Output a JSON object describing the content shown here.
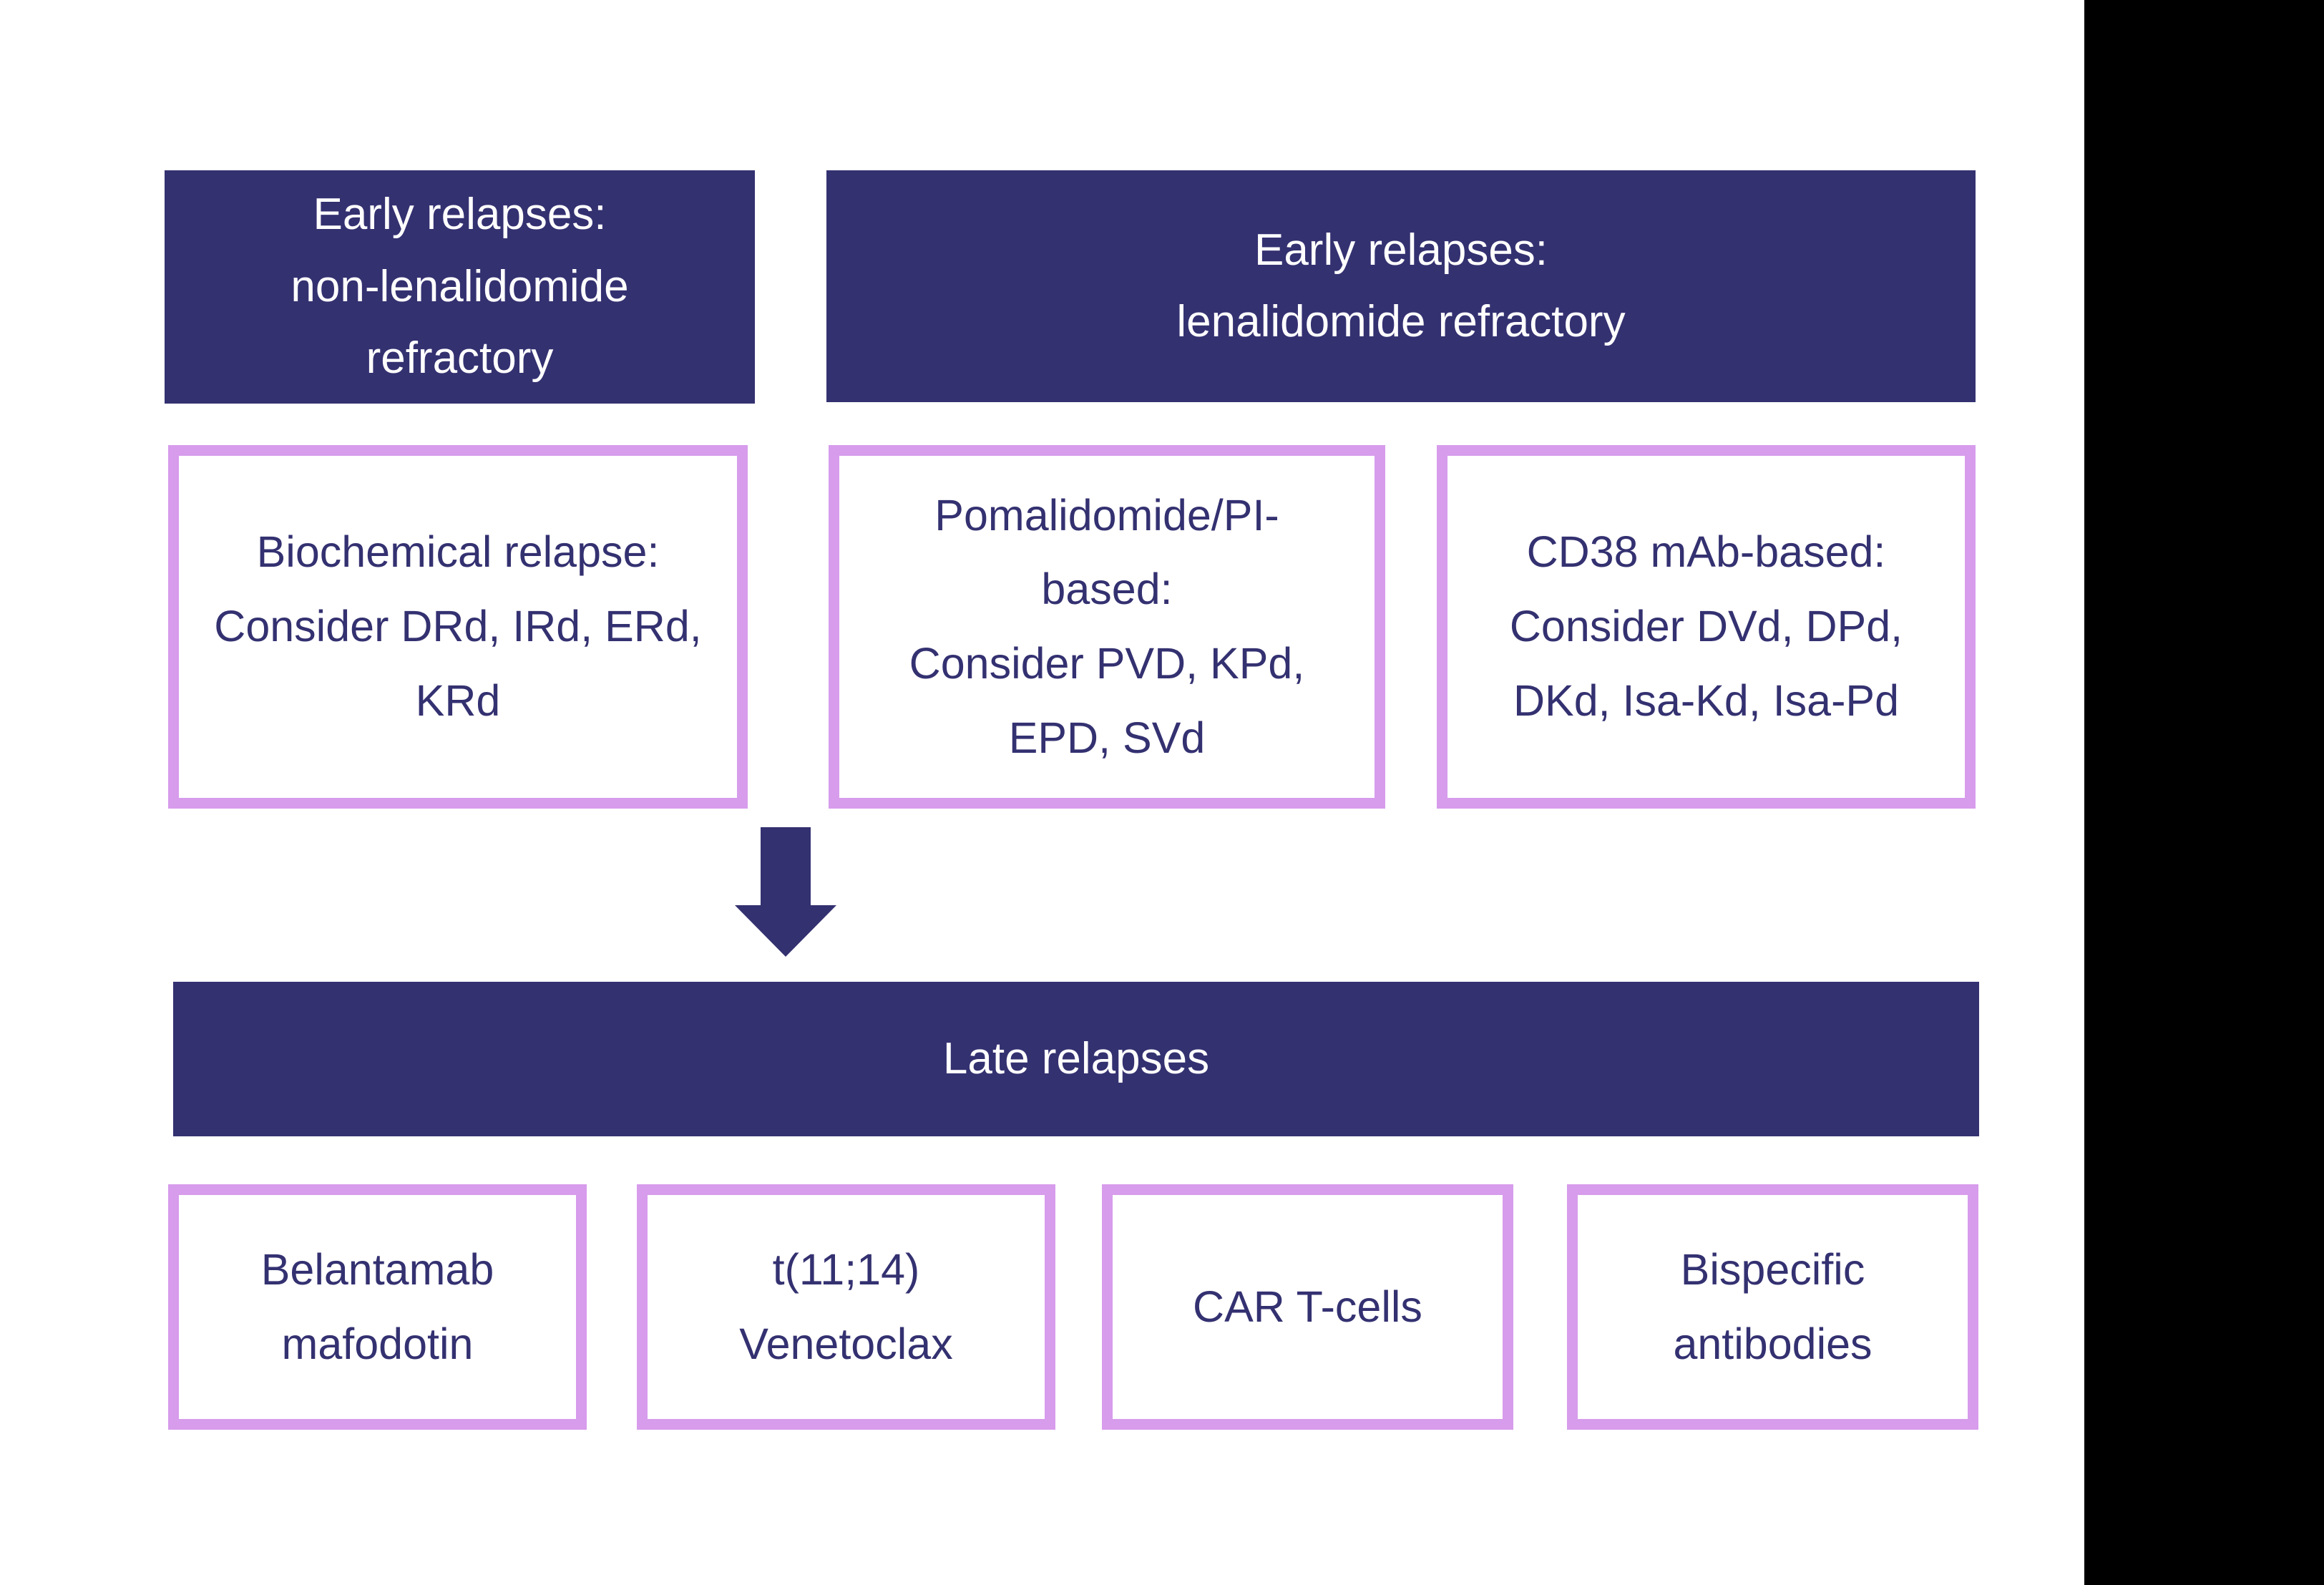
{
  "colors": {
    "indigo": "#343171",
    "lilac_border": "#D79CEC",
    "right_strip_black": "#000000",
    "box_text_indigo": "#343171",
    "box_text_white": "#FFFFFF"
  },
  "flowchart": {
    "early_row": [
      {
        "lines": [
          "Early relapses:",
          "non-lenalidomide",
          "refractory"
        ]
      },
      {
        "lines": [
          "Early relapses:",
          "lenalidomide refractory"
        ]
      }
    ],
    "option_row": [
      {
        "lines": [
          "Biochemical relapse:",
          "Consider DRd, IRd, ERd,",
          "KRd"
        ]
      },
      {
        "lines": [
          "Pomalidomide/PI-",
          "based:",
          "Consider PVD, KPd,",
          "EPD, SVd"
        ]
      },
      {
        "lines": [
          "CD38 mAb-based:",
          "Consider DVd, DPd,",
          "DKd, Isa-Kd, Isa-Pd"
        ]
      }
    ],
    "late_header": "Late relapses",
    "late_row": [
      {
        "lines": [
          "Belantamab",
          "mafodotin"
        ]
      },
      {
        "lines": [
          "t(11;14)",
          "Venetoclax"
        ]
      },
      {
        "lines": [
          "CAR T-cells"
        ]
      },
      {
        "lines": [
          "Bispecific",
          "antibodies"
        ]
      }
    ]
  }
}
